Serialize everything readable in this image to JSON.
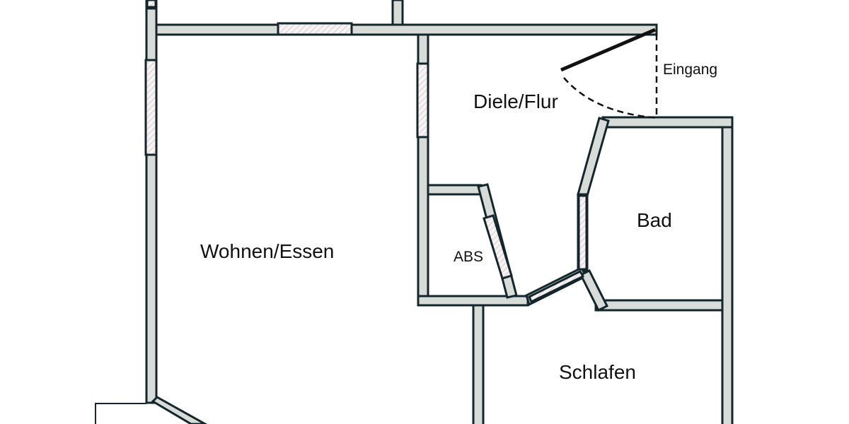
{
  "colors": {
    "wall_fill": "#d7dcd8",
    "wall_stroke": "#14262c",
    "window_hatch": "#e6c9cc",
    "background": "#ffffff"
  },
  "rooms": [
    {
      "id": "wohnen",
      "label": "Wohnen/Essen"
    },
    {
      "id": "diele",
      "label": "Diele/Flur"
    },
    {
      "id": "bad",
      "label": "Bad"
    },
    {
      "id": "abs",
      "label": "ABS"
    },
    {
      "id": "schlafen",
      "label": "Schlafen"
    }
  ],
  "annotations": {
    "entrance": "Eingang"
  }
}
